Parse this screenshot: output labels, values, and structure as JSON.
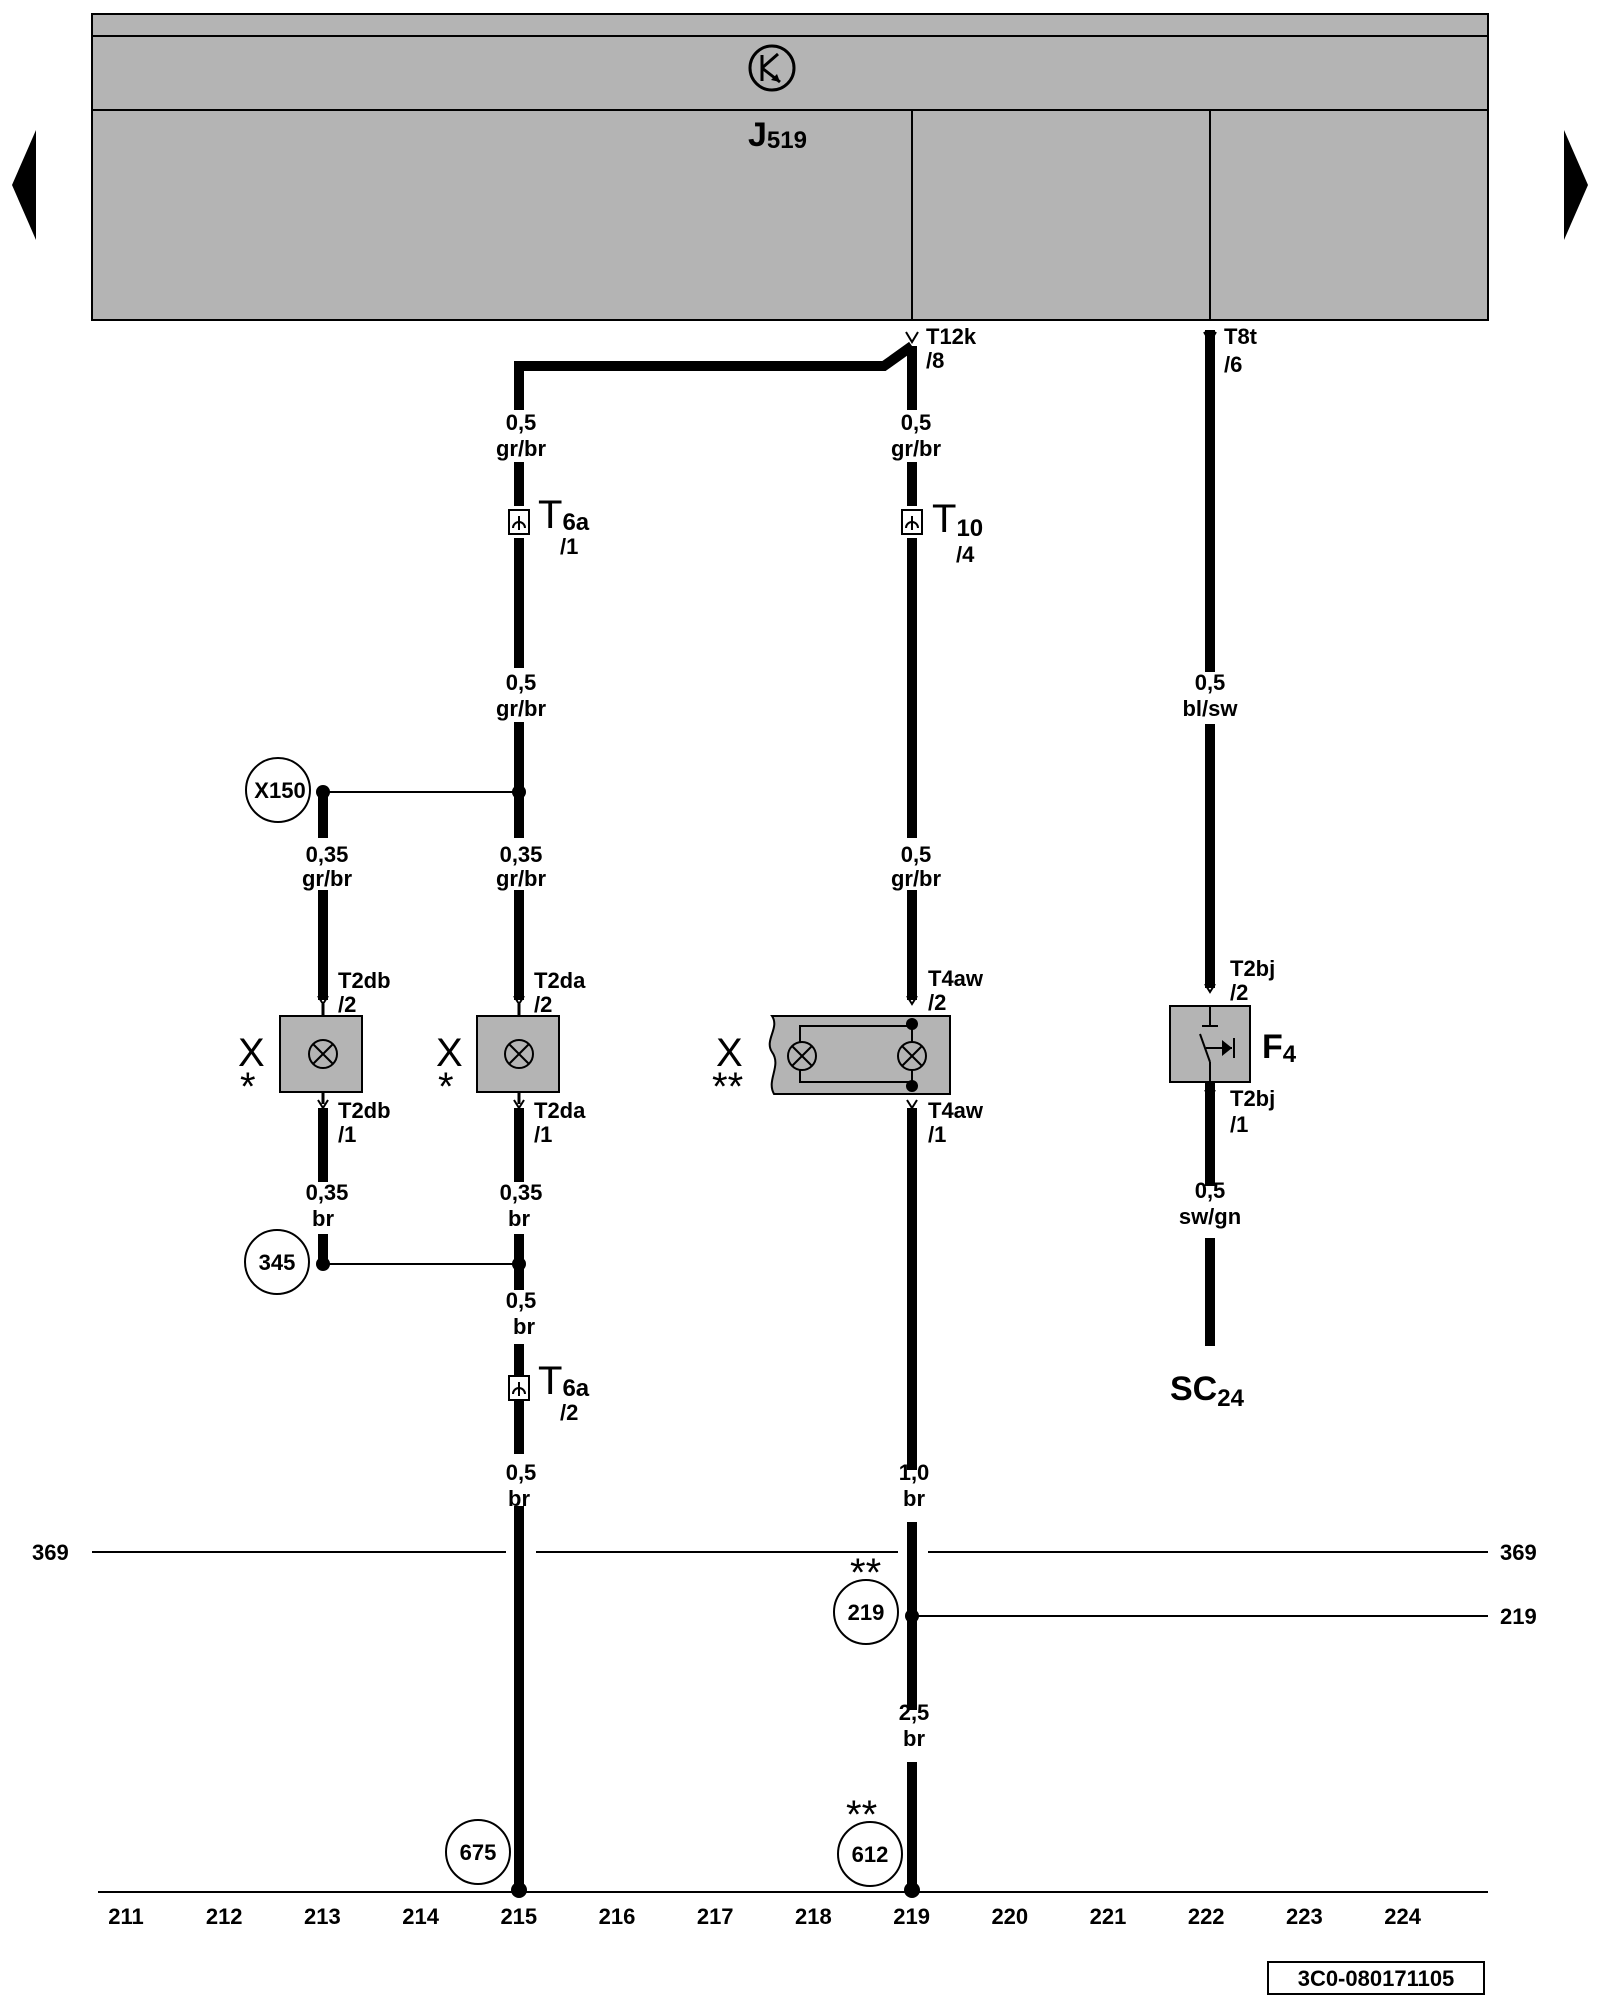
{
  "colors": {
    "module_fill": "#b4b4b4",
    "line": "#000000",
    "background": "#ffffff"
  },
  "icons": {
    "left_nav": "triangle-left-icon",
    "right_nav": "triangle-right-icon",
    "module_symbol": "electronics-symbol-icon",
    "bulb": "bulb-icon",
    "switch": "switch-icon"
  },
  "module": {
    "name": "J",
    "sub": "519"
  },
  "pins": {
    "t12k": {
      "name": "T12k",
      "pin": "/8"
    },
    "t8t": {
      "name": "T8t",
      "pin": "/6"
    },
    "t6a_top": {
      "name": "T",
      "sub": "6a",
      "pin": "/1"
    },
    "t10": {
      "name": "T",
      "sub": "10",
      "pin": "/4"
    },
    "t6a_bot": {
      "name": "T",
      "sub": "6a",
      "pin": "/2"
    },
    "t2db_top": {
      "name": "T2db",
      "pin": "/2"
    },
    "t2db_bot": {
      "name": "T2db",
      "pin": "/1"
    },
    "t2da_top": {
      "name": "T2da",
      "pin": "/2"
    },
    "t2da_bot": {
      "name": "T2da",
      "pin": "/1"
    },
    "t4aw_top": {
      "name": "T4aw",
      "pin": "/2"
    },
    "t4aw_bot": {
      "name": "T4aw",
      "pin": "/1"
    },
    "t2bj_top": {
      "name": "T2bj",
      "pin": "/2"
    },
    "t2bj_bot": {
      "name": "T2bj",
      "pin": "/1"
    }
  },
  "wires": {
    "w1": {
      "size": "0,5",
      "color": "gr/br"
    },
    "w2": {
      "size": "0,5",
      "color": "gr/br"
    },
    "w3": {
      "size": "0,5",
      "color": "gr/br"
    },
    "w4": {
      "size": "0,5",
      "color": "bl/sw"
    },
    "w5": {
      "size": "0,35",
      "color": "gr/br"
    },
    "w6": {
      "size": "0,35",
      "color": "gr/br"
    },
    "w7": {
      "size": "0,5",
      "color": "gr/br"
    },
    "w8": {
      "size": "0,35",
      "color": "br"
    },
    "w9": {
      "size": "0,35",
      "color": "br"
    },
    "w10": {
      "size": "0,5",
      "color": "br"
    },
    "w11": {
      "size": "0,5",
      "color": "br"
    },
    "w12": {
      "size": "1,0",
      "color": "br"
    },
    "w13": {
      "size": "2,5",
      "color": "br"
    },
    "w14": {
      "size": "0,5",
      "color": "sw/gn"
    }
  },
  "components": {
    "x1": {
      "label": "X",
      "mark": "*"
    },
    "x2": {
      "label": "X",
      "mark": "*"
    },
    "x3": {
      "label": "X",
      "mark": "**"
    },
    "f4": {
      "label": "F",
      "sub": "4"
    },
    "sc24": {
      "label": "SC",
      "sub": "24"
    }
  },
  "refs": {
    "x150": "X150",
    "r345": "345",
    "r219": "219",
    "r219_mark": "**",
    "r675": "675",
    "r612": "612",
    "r612_mark": "**"
  },
  "side_refs": {
    "left_369": "369",
    "right_369": "369",
    "right_219": "219"
  },
  "scale": [
    "211",
    "212",
    "213",
    "214",
    "215",
    "216",
    "217",
    "218",
    "219",
    "220",
    "221",
    "222",
    "223",
    "224"
  ],
  "doc_id": "3C0-080171105"
}
